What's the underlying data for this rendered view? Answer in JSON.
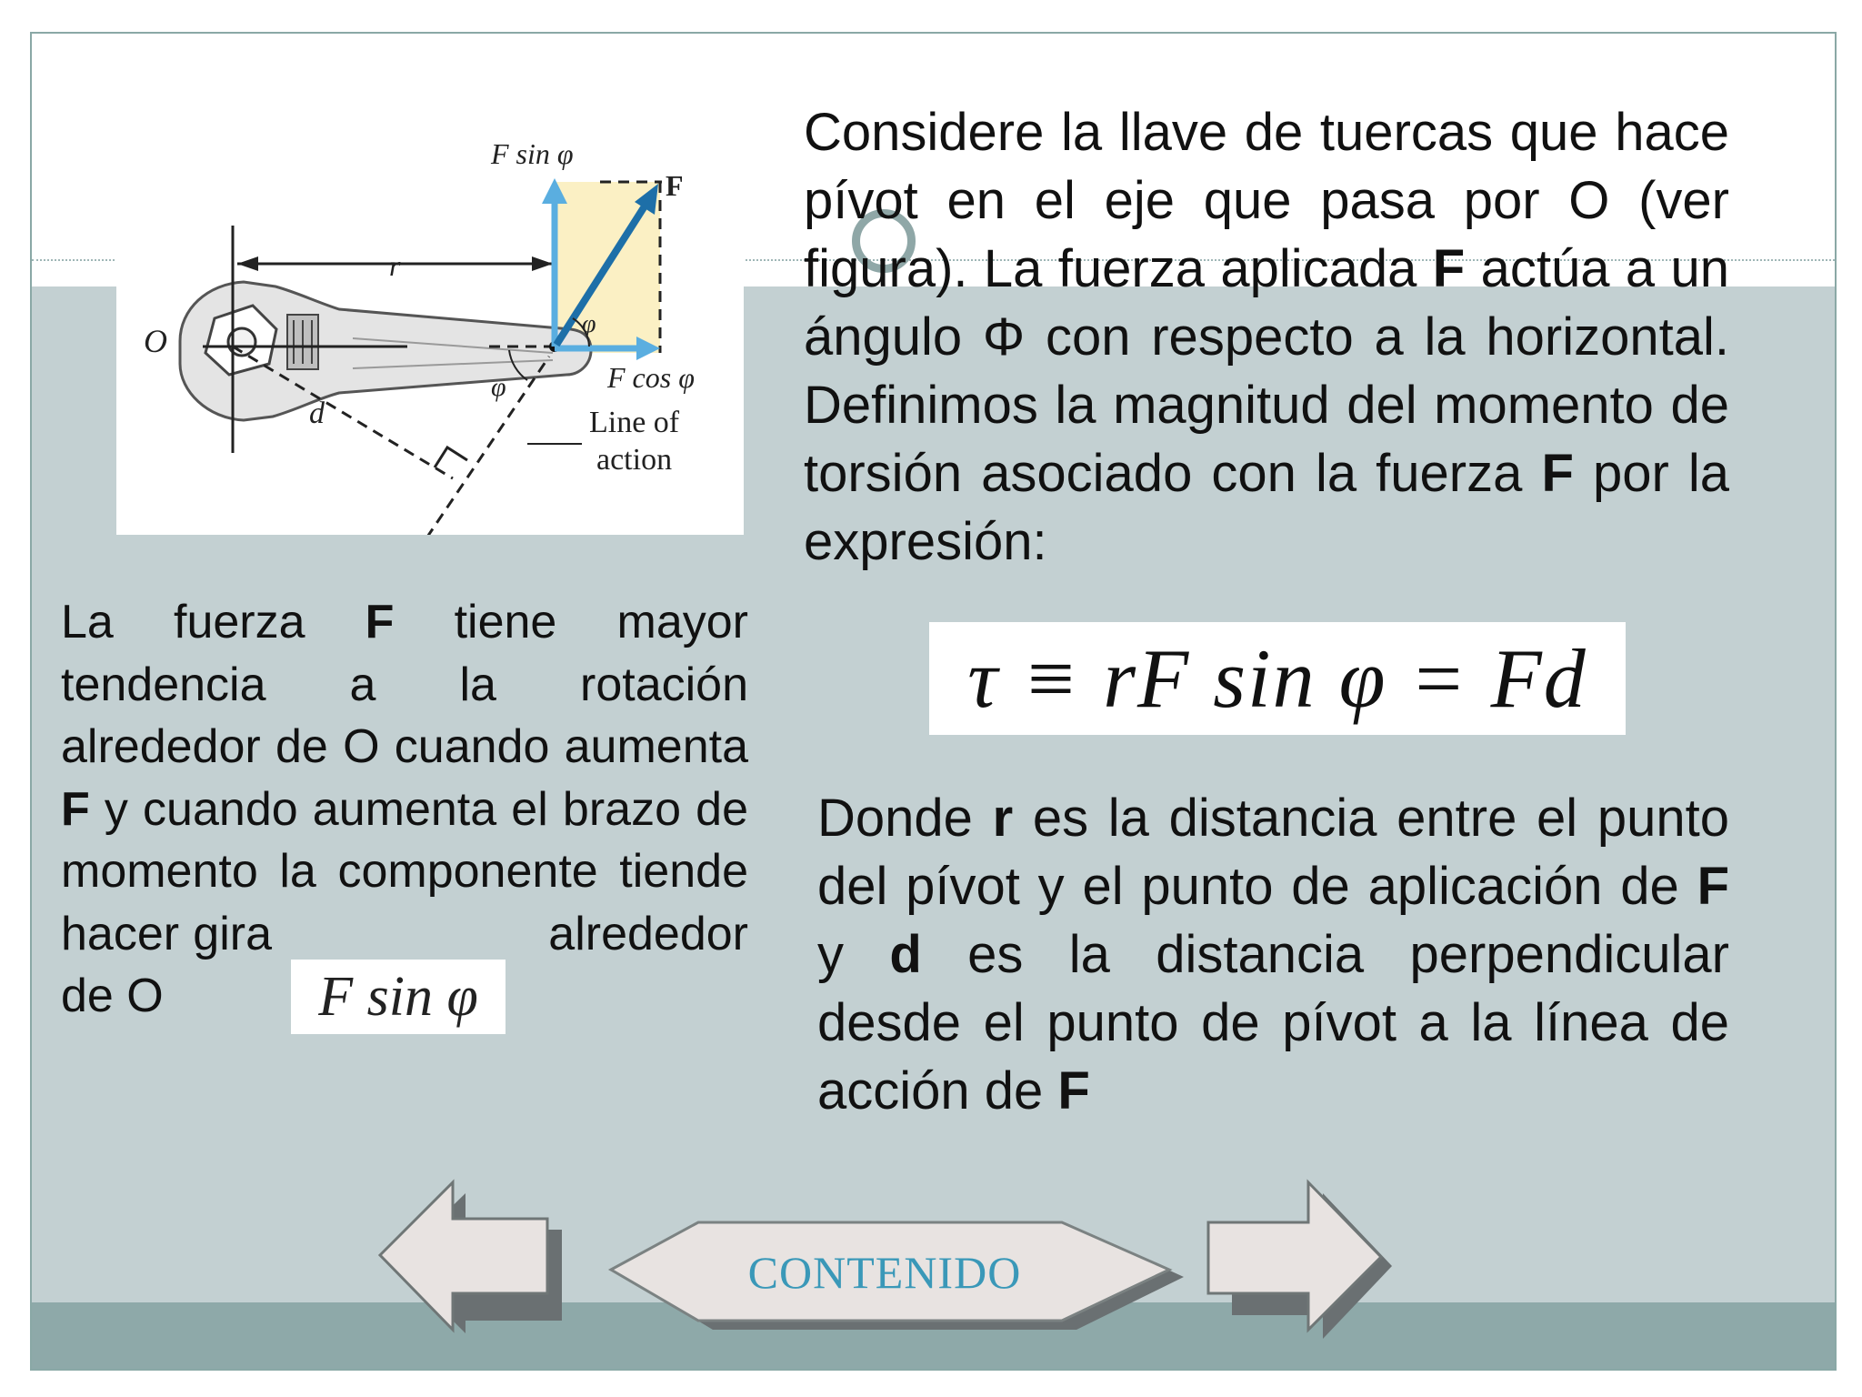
{
  "figure": {
    "labels": {
      "fsin": "F sin φ",
      "force": "F",
      "r": "r",
      "o": "O",
      "phi_top": "φ",
      "phi_bottom": "φ",
      "fcos": "F cos φ",
      "d": "d",
      "line_of": "Line of",
      "action": "action"
    }
  },
  "paragraphs": {
    "top": [
      {
        "t": "Considere la llave de tuercas que hace pívot en el eje que pasa por O (ver figura). La fuerza aplicada "
      },
      {
        "t": "F",
        "b": true
      },
      {
        "t": " actúa a un ángulo Φ con respecto a la horizontal. Definimos la magnitud del momento de torsión asociado con la fuerza "
      },
      {
        "t": "F",
        "b": true
      },
      {
        "t": " por la expresión:"
      }
    ],
    "right": [
      {
        "t": "Donde "
      },
      {
        "t": "r",
        "b": true
      },
      {
        "t": " es la distancia entre el punto del pívot  y el punto de aplicación de "
      },
      {
        "t": "F",
        "b": true
      },
      {
        "t": " y "
      },
      {
        "t": "d",
        "b": true
      },
      {
        "t": " es la distancia perpendicular  desde el punto de pívot a la línea de acción de "
      },
      {
        "t": "F",
        "b": true
      }
    ],
    "left": [
      {
        "t": "La fuerza "
      },
      {
        "t": "F",
        "b": true
      },
      {
        "t": " tiene mayor tendencia a la rotación alrededor de O cuando aumenta "
      },
      {
        "t": "F",
        "b": true
      },
      {
        "t": " y cuando aumenta el brazo de momento la componente tiende hacer gira"
      },
      {
        "t": "                    "
      },
      {
        "t": "alrededor de O"
      }
    ]
  },
  "formula": "τ ≡ rF sin φ = Fd",
  "inline_formula": "F sin φ",
  "nav": {
    "prev_label": "",
    "center_label": "CONTENIDO",
    "next_label": ""
  },
  "colors": {
    "panel": "#c3d0d2",
    "footer": "#8ea9a9",
    "nav_text": "#3a98b8",
    "arrow_fill": "#e8e3e1",
    "arrow_shadow": "#6a7072",
    "force_arrow": "#1d6fa8",
    "component_arrow": "#5aaee0",
    "component_fill": "#fbf0c4"
  }
}
